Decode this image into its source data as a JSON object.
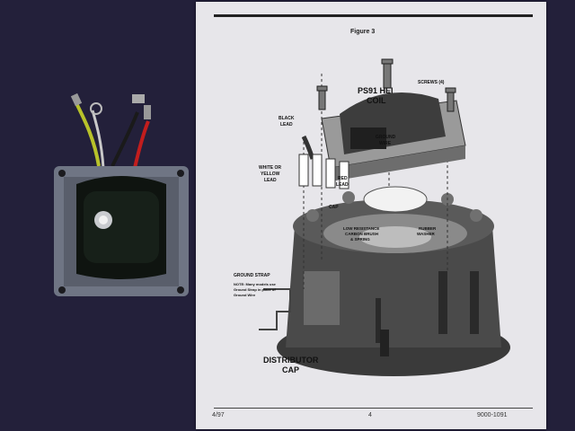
{
  "sheet": {
    "figure_label": "Figure 3",
    "footer": {
      "date": "4/97",
      "page": "4",
      "part_number": "9000-1091"
    }
  },
  "diagram": {
    "coil_title_line1": "PS91 HEI",
    "coil_title_line2": "COIL",
    "screws_label": "SCREWS (4)",
    "black_lead_line1": "BLACK",
    "black_lead_line2": "LEAD",
    "ground_wire_line1": "GROUND",
    "ground_wire_line2": "WIRE",
    "white_lead_line1": "WHITE OR",
    "white_lead_line2": "YELLOW",
    "white_lead_line3": "LEAD",
    "red_lead_line1": "RED",
    "red_lead_line2": "LEAD",
    "cap_label": "CAP",
    "brush_line1": "LOW RESISTANCE",
    "brush_line2": "CARBON BRUSH",
    "brush_line3": "& SPRING",
    "washer_line1": "RUBBER",
    "washer_line2": "WASHER",
    "ground_strap_label": "GROUND STRAP",
    "note_line1": "NOTE: Many models use",
    "note_line2": "Ground Strap in place of",
    "note_line3": "Ground Wire",
    "distributor_line1": "DISTRIBUTOR",
    "distributor_line2": "CAP"
  }
}
